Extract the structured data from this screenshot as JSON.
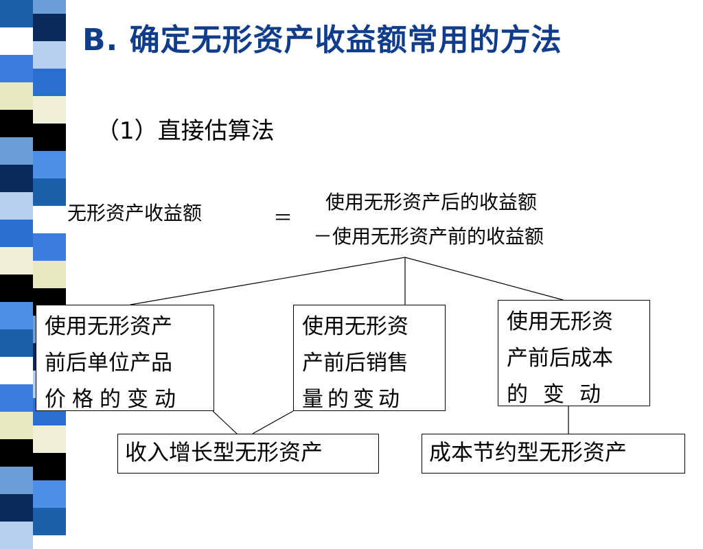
{
  "slide": {
    "title": "B. 确定无形资产收益额常用的方法",
    "subtitle": "（1）直接估算法"
  },
  "formula": {
    "left": "无形资产收益额",
    "sign": "＝",
    "right_line1": "使用无形资产后的收益额",
    "right_line2": "－使用无形资产前的收益额"
  },
  "boxes": {
    "box1": {
      "line1": "使用无形资产",
      "line2": "前后单位产品",
      "line3": "价格的变动"
    },
    "box2": {
      "line1": "使用无形资",
      "line2": "产前后销售",
      "line3": "量的变动"
    },
    "box3": {
      "line1": "使用无形资",
      "line2": "产前后成本",
      "line3": "的变动"
    }
  },
  "results": {
    "revenue": "收入增长型无形资产",
    "cost": "成本节约型无形资产"
  },
  "decor": {
    "title_color": "#103c8c",
    "stripe_colors": [
      "#1e5faa",
      "#ffffff",
      "#3b7de0",
      "#e8e8c0",
      "#000000",
      "#6a9fd8",
      "#0a2a5a",
      "#b8d0f0",
      "#2a6fd0",
      "#f0f0d8",
      "#000000",
      "#4d8fe8"
    ]
  }
}
